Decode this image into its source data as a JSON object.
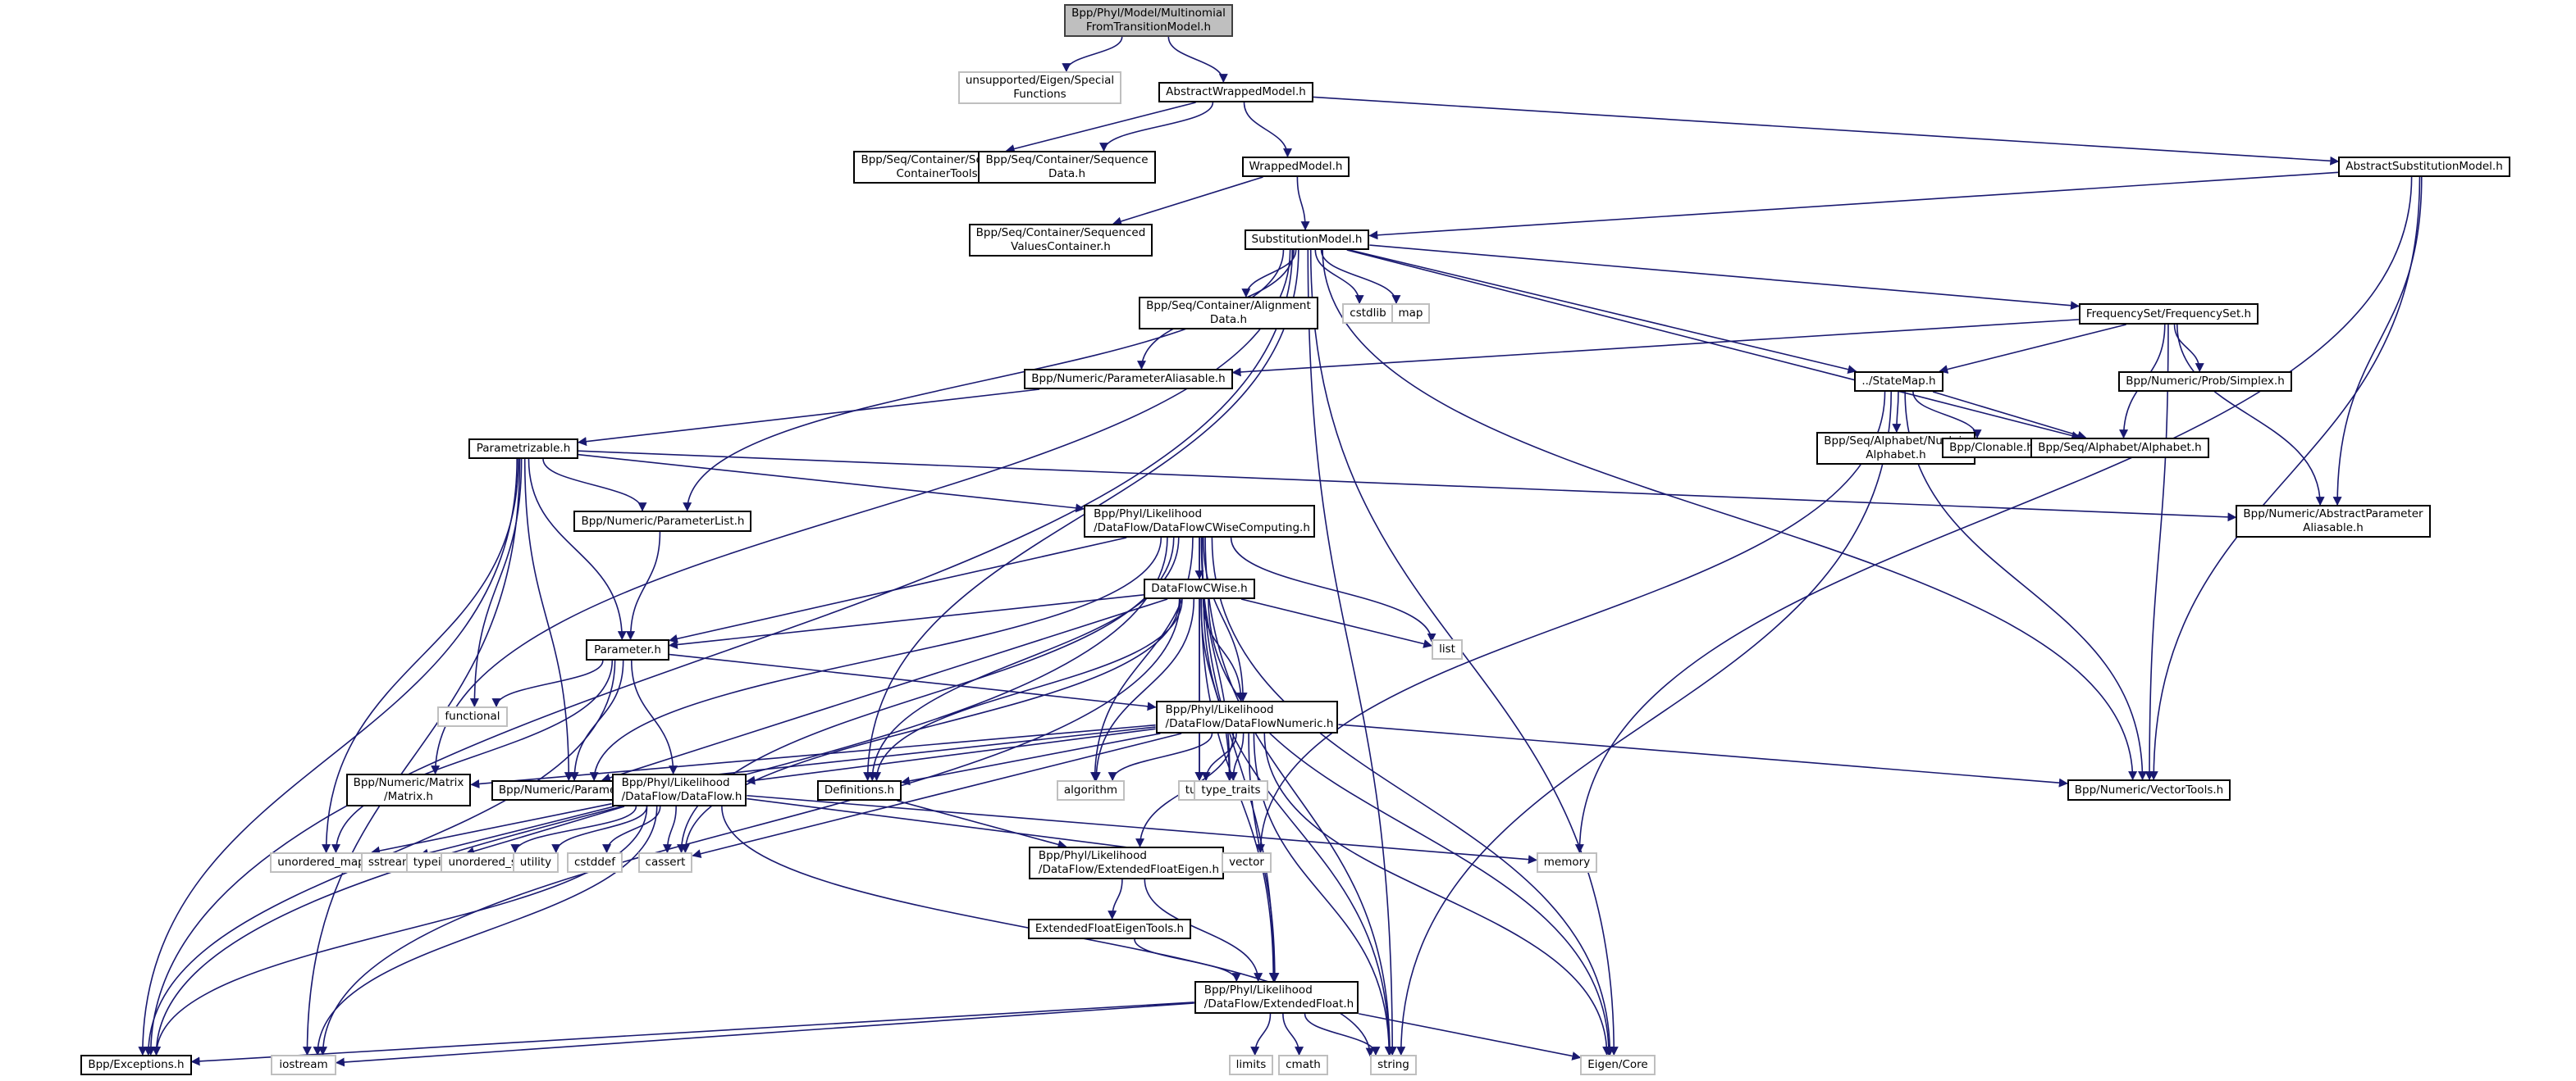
{
  "title": "Include dependency graph for MultinomialFromTransitionModel.h",
  "colors": {
    "edge": "#191970",
    "root_fill": "#bfbfbf",
    "system_border": "#bfbfbf",
    "local_border": "#000000"
  },
  "nodes": [
    {
      "id": "root",
      "label": "Bpp/Phyl/Model/Multinomial\nFromTransitionModel.h",
      "kind": "root"
    },
    {
      "id": "special_functions",
      "label": "unsupported/Eigen/Special\nFunctions",
      "kind": "system"
    },
    {
      "id": "abstract_wrapped",
      "label": "AbstractWrappedModel.h",
      "kind": "local"
    },
    {
      "id": "seq_container_tools",
      "label": "Bpp/Seq/Container/Sequence\nContainerTools.h",
      "kind": "local"
    },
    {
      "id": "sequence_data",
      "label": "Bpp/Seq/Container/Sequence\nData.h",
      "kind": "local"
    },
    {
      "id": "wrapped_model",
      "label": "WrappedModel.h",
      "kind": "local"
    },
    {
      "id": "abstract_subst",
      "label": "AbstractSubstitutionModel.h",
      "kind": "local"
    },
    {
      "id": "sequenced_values",
      "label": "Bpp/Seq/Container/Sequenced\nValuesContainer.h",
      "kind": "local"
    },
    {
      "id": "subst_model",
      "label": "SubstitutionModel.h",
      "kind": "local"
    },
    {
      "id": "alignment_data",
      "label": "Bpp/Seq/Container/Alignment\nData.h",
      "kind": "local"
    },
    {
      "id": "cstdlib",
      "label": "cstdlib",
      "kind": "system"
    },
    {
      "id": "map",
      "label": "map",
      "kind": "system"
    },
    {
      "id": "frequency_set",
      "label": "FrequencySet/FrequencySet.h",
      "kind": "local"
    },
    {
      "id": "param_aliasable",
      "label": "Bpp/Numeric/ParameterAliasable.h",
      "kind": "local"
    },
    {
      "id": "state_map",
      "label": "../StateMap.h",
      "kind": "local"
    },
    {
      "id": "simplex",
      "label": "Bpp/Numeric/Prob/Simplex.h",
      "kind": "local"
    },
    {
      "id": "parametrizable",
      "label": "Parametrizable.h",
      "kind": "local"
    },
    {
      "id": "nucleic_alphabet",
      "label": "Bpp/Seq/Alphabet/Nucleic\nAlphabet.h",
      "kind": "local"
    },
    {
      "id": "clonable",
      "label": "Bpp/Clonable.h",
      "kind": "local"
    },
    {
      "id": "alphabet",
      "label": "Bpp/Seq/Alphabet/Alphabet.h",
      "kind": "local"
    },
    {
      "id": "param_list",
      "label": "Bpp/Numeric/ParameterList.h",
      "kind": "local"
    },
    {
      "id": "df_cwise_computing",
      "label": "Bpp/Phyl/Likelihood\n/DataFlow/DataFlowCWiseComputing.h",
      "kind": "local"
    },
    {
      "id": "abstract_param_aliasable",
      "label": "Bpp/Numeric/AbstractParameter\nAliasable.h",
      "kind": "local"
    },
    {
      "id": "df_cwise",
      "label": "DataFlowCWise.h",
      "kind": "local"
    },
    {
      "id": "list",
      "label": "list",
      "kind": "system"
    },
    {
      "id": "parameter_local",
      "label": "Parameter.h",
      "kind": "local"
    },
    {
      "id": "functional",
      "label": "functional",
      "kind": "system"
    },
    {
      "id": "df_numeric",
      "label": "Bpp/Phyl/Likelihood\n/DataFlow/DataFlowNumeric.h",
      "kind": "local"
    },
    {
      "id": "matrix",
      "label": "Bpp/Numeric/Matrix\n/Matrix.h",
      "kind": "local"
    },
    {
      "id": "numeric_parameter",
      "label": "Bpp/Numeric/Parameter.h",
      "kind": "local"
    },
    {
      "id": "dataflow",
      "label": "Bpp/Phyl/Likelihood\n/DataFlow/DataFlow.h",
      "kind": "local"
    },
    {
      "id": "definitions",
      "label": "Definitions.h",
      "kind": "local"
    },
    {
      "id": "algorithm",
      "label": "algorithm",
      "kind": "system"
    },
    {
      "id": "tuple",
      "label": "tuple",
      "kind": "system"
    },
    {
      "id": "type_traits",
      "label": "type_traits",
      "kind": "system"
    },
    {
      "id": "vector_tools",
      "label": "Bpp/Numeric/VectorTools.h",
      "kind": "local"
    },
    {
      "id": "unordered_map",
      "label": "unordered_map",
      "kind": "system"
    },
    {
      "id": "sstream",
      "label": "sstream",
      "kind": "system"
    },
    {
      "id": "typeinfo",
      "label": "typeinfo",
      "kind": "system"
    },
    {
      "id": "unordered_set",
      "label": "unordered_set",
      "kind": "system"
    },
    {
      "id": "utility",
      "label": "utility",
      "kind": "system"
    },
    {
      "id": "cstddef",
      "label": "cstddef",
      "kind": "system"
    },
    {
      "id": "cassert",
      "label": "cassert",
      "kind": "system"
    },
    {
      "id": "ext_float_eigen",
      "label": "Bpp/Phyl/Likelihood\n/DataFlow/ExtendedFloatEigen.h",
      "kind": "local"
    },
    {
      "id": "vector",
      "label": "vector",
      "kind": "system"
    },
    {
      "id": "memory",
      "label": "memory",
      "kind": "system"
    },
    {
      "id": "ext_float_eigen_tools",
      "label": "ExtendedFloatEigenTools.h",
      "kind": "local"
    },
    {
      "id": "ext_float",
      "label": "Bpp/Phyl/Likelihood\n/DataFlow/ExtendedFloat.h",
      "kind": "local"
    },
    {
      "id": "exceptions",
      "label": "Bpp/Exceptions.h",
      "kind": "local"
    },
    {
      "id": "iostream",
      "label": "iostream",
      "kind": "system"
    },
    {
      "id": "limits",
      "label": "limits",
      "kind": "system"
    },
    {
      "id": "cmath",
      "label": "cmath",
      "kind": "system"
    },
    {
      "id": "string",
      "label": "string",
      "kind": "system"
    },
    {
      "id": "eigen_core",
      "label": "Eigen/Core",
      "kind": "system"
    }
  ],
  "edges": [
    [
      "root",
      "special_functions"
    ],
    [
      "root",
      "abstract_wrapped"
    ],
    [
      "abstract_wrapped",
      "seq_container_tools"
    ],
    [
      "abstract_wrapped",
      "sequence_data"
    ],
    [
      "abstract_wrapped",
      "wrapped_model"
    ],
    [
      "abstract_wrapped",
      "abstract_subst"
    ],
    [
      "wrapped_model",
      "sequenced_values"
    ],
    [
      "wrapped_model",
      "subst_model"
    ],
    [
      "abstract_subst",
      "subst_model"
    ],
    [
      "abstract_subst",
      "abstract_param_aliasable"
    ],
    [
      "abstract_subst",
      "vector_tools"
    ],
    [
      "abstract_subst",
      "memory"
    ],
    [
      "subst_model",
      "alignment_data"
    ],
    [
      "subst_model",
      "cstdlib"
    ],
    [
      "subst_model",
      "map"
    ],
    [
      "subst_model",
      "frequency_set"
    ],
    [
      "subst_model",
      "param_aliasable"
    ],
    [
      "subst_model",
      "state_map"
    ],
    [
      "subst_model",
      "alphabet"
    ],
    [
      "subst_model",
      "param_list"
    ],
    [
      "subst_model",
      "vector_tools"
    ],
    [
      "subst_model",
      "matrix"
    ],
    [
      "subst_model",
      "definitions"
    ],
    [
      "subst_model",
      "exceptions"
    ],
    [
      "subst_model",
      "string"
    ],
    [
      "subst_model",
      "eigen_core"
    ],
    [
      "frequency_set",
      "param_aliasable"
    ],
    [
      "frequency_set",
      "state_map"
    ],
    [
      "frequency_set",
      "simplex"
    ],
    [
      "frequency_set",
      "alphabet"
    ],
    [
      "frequency_set",
      "abstract_param_aliasable"
    ],
    [
      "frequency_set",
      "vector_tools"
    ],
    [
      "param_aliasable",
      "parametrizable"
    ],
    [
      "state_map",
      "nucleic_alphabet"
    ],
    [
      "state_map",
      "clonable"
    ],
    [
      "state_map",
      "alphabet"
    ],
    [
      "state_map",
      "vector_tools"
    ],
    [
      "state_map",
      "vector"
    ],
    [
      "state_map",
      "string"
    ],
    [
      "parametrizable",
      "param_list"
    ],
    [
      "parametrizable",
      "df_cwise_computing"
    ],
    [
      "parametrizable",
      "abstract_param_aliasable"
    ],
    [
      "parametrizable",
      "parameter_local"
    ],
    [
      "parametrizable",
      "functional"
    ],
    [
      "parametrizable",
      "numeric_parameter"
    ],
    [
      "parametrizable",
      "unordered_map"
    ],
    [
      "parametrizable",
      "exceptions"
    ],
    [
      "parametrizable",
      "iostream"
    ],
    [
      "param_list",
      "parameter_local"
    ],
    [
      "df_cwise_computing",
      "df_cwise"
    ],
    [
      "df_cwise_computing",
      "list"
    ],
    [
      "df_cwise_computing",
      "parameter_local"
    ],
    [
      "df_cwise_computing",
      "df_numeric"
    ],
    [
      "df_cwise_computing",
      "numeric_parameter"
    ],
    [
      "df_cwise_computing",
      "definitions"
    ],
    [
      "df_cwise_computing",
      "algorithm"
    ],
    [
      "df_cwise_computing",
      "tuple"
    ],
    [
      "df_cwise_computing",
      "type_traits"
    ],
    [
      "df_cwise_computing",
      "cassert"
    ],
    [
      "df_cwise_computing",
      "ext_float"
    ],
    [
      "df_cwise_computing",
      "exceptions"
    ],
    [
      "df_cwise_computing",
      "string"
    ],
    [
      "df_cwise_computing",
      "eigen_core"
    ],
    [
      "df_cwise",
      "list"
    ],
    [
      "df_cwise",
      "parameter_local"
    ],
    [
      "df_cwise",
      "df_numeric"
    ],
    [
      "df_cwise",
      "numeric_parameter"
    ],
    [
      "df_cwise",
      "definitions"
    ],
    [
      "df_cwise",
      "algorithm"
    ],
    [
      "df_cwise",
      "tuple"
    ],
    [
      "df_cwise",
      "type_traits"
    ],
    [
      "df_cwise",
      "cassert"
    ],
    [
      "df_cwise",
      "ext_float"
    ],
    [
      "df_cwise",
      "iostream"
    ],
    [
      "df_cwise",
      "string"
    ],
    [
      "df_cwise",
      "eigen_core"
    ],
    [
      "parameter_local",
      "functional"
    ],
    [
      "parameter_local",
      "numeric_parameter"
    ],
    [
      "parameter_local",
      "dataflow"
    ],
    [
      "parameter_local",
      "df_numeric"
    ],
    [
      "parameter_local",
      "unordered_map"
    ],
    [
      "parameter_local",
      "exceptions"
    ],
    [
      "df_numeric",
      "matrix"
    ],
    [
      "df_numeric",
      "numeric_parameter"
    ],
    [
      "df_numeric",
      "dataflow"
    ],
    [
      "df_numeric",
      "definitions"
    ],
    [
      "df_numeric",
      "algorithm"
    ],
    [
      "df_numeric",
      "tuple"
    ],
    [
      "df_numeric",
      "type_traits"
    ],
    [
      "df_numeric",
      "vector_tools"
    ],
    [
      "df_numeric",
      "cassert"
    ],
    [
      "df_numeric",
      "ext_float_eigen"
    ],
    [
      "df_numeric",
      "ext_float"
    ],
    [
      "df_numeric",
      "string"
    ],
    [
      "df_numeric",
      "eigen_core"
    ],
    [
      "dataflow",
      "unordered_map"
    ],
    [
      "dataflow",
      "sstream"
    ],
    [
      "dataflow",
      "typeinfo"
    ],
    [
      "dataflow",
      "unordered_set"
    ],
    [
      "dataflow",
      "utility"
    ],
    [
      "dataflow",
      "cstddef"
    ],
    [
      "dataflow",
      "cassert"
    ],
    [
      "dataflow",
      "vector"
    ],
    [
      "dataflow",
      "memory"
    ],
    [
      "dataflow",
      "exceptions"
    ],
    [
      "dataflow",
      "iostream"
    ],
    [
      "dataflow",
      "string"
    ],
    [
      "definitions",
      "ext_float_eigen"
    ],
    [
      "ext_float_eigen",
      "ext_float_eigen_tools"
    ],
    [
      "ext_float_eigen",
      "ext_float"
    ],
    [
      "ext_float_eigen_tools",
      "ext_float"
    ],
    [
      "ext_float",
      "exceptions"
    ],
    [
      "ext_float",
      "iostream"
    ],
    [
      "ext_float",
      "limits"
    ],
    [
      "ext_float",
      "cmath"
    ],
    [
      "ext_float",
      "string"
    ],
    [
      "ext_float",
      "eigen_core"
    ]
  ]
}
